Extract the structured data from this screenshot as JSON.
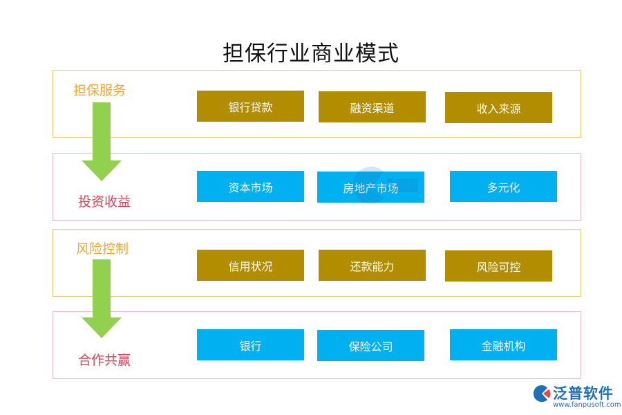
{
  "title": "担保行业商业模式",
  "sections": [
    {
      "label": "担保服务",
      "items": [
        "银行贷款",
        "融资渠道",
        "收入来源"
      ]
    },
    {
      "label": "投资收益",
      "items": [
        "资本市场",
        "房地产市场",
        "多元化"
      ]
    },
    {
      "label": "风险控制",
      "items": [
        "信用状况",
        "还款能力",
        "风险可控"
      ]
    },
    {
      "label": "合作共赢",
      "items": [
        "银行",
        "保险公司",
        "金融机构"
      ]
    }
  ],
  "colors": {
    "gold_box": "#b38d00",
    "blue_box": "#00b0f0",
    "arrow": "#92d050",
    "gold_label": "#f0a830",
    "red_label": "#d9445a"
  },
  "logo": {
    "name": "泛普软件",
    "url": "www.fanpusoft.com"
  }
}
